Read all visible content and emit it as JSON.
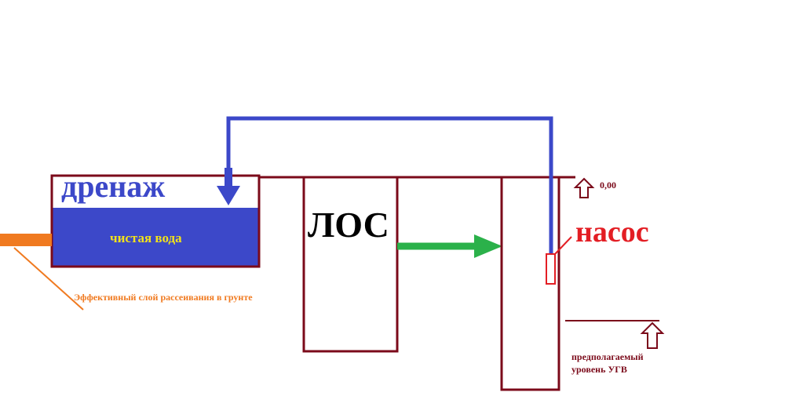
{
  "labels": {
    "drainage": "дренаж",
    "clean_water": "чистая вода",
    "dispersion_layer": "Эффективный слой рассеивания в грунте",
    "los": "ЛОС",
    "pump": "насос",
    "zero_level": "0,00",
    "gwl_line1": "предполагаемый",
    "gwl_line2": "уровень УГВ"
  },
  "colors": {
    "outline": "#7b0a1a",
    "water_fill": "#3c48c9",
    "pipe": "#3c48c9",
    "flow_arrow": "#2bb14a",
    "pump": "#e31e24",
    "ground_pipe": "#f07a20",
    "clean_water_text": "#f2e21a",
    "dispersion_text": "#f07a20",
    "los_text": "#000000"
  },
  "icons": {
    "down_arrow": "blue-down-arrow-icon",
    "flow_arrow": "green-right-arrow-icon",
    "level_marker": "outlined-up-arrow-icon"
  }
}
